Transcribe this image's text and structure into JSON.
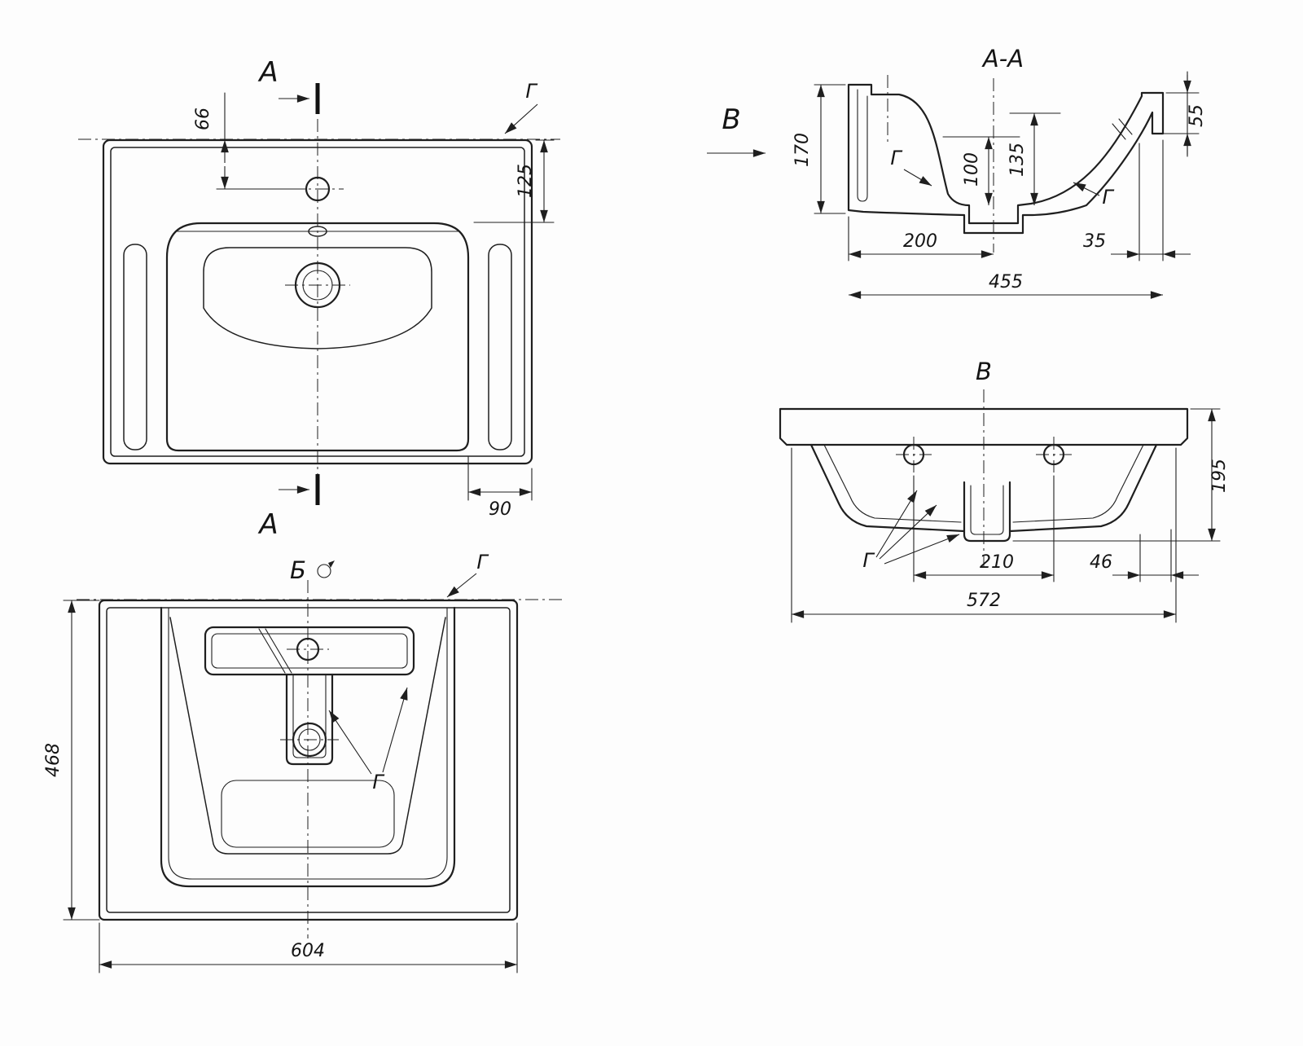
{
  "plan": {
    "section_letter": "А",
    "g_label": "Г",
    "dim_hole_offset": "66",
    "dim_edge": "125",
    "dim_side": "90"
  },
  "section": {
    "title": "А-А",
    "direction_letter": "В",
    "dim_height": "170",
    "dim_depth_inner": "100",
    "dim_depth_full": "135",
    "dim_front_lip": "55",
    "dim_drain_offset": "200",
    "dim_overflow_offset": "35",
    "dim_length": "455",
    "g_label_1": "Г",
    "g_label_2": "Г"
  },
  "bottom": {
    "view_letter": "Б",
    "g_label_edge": "Г",
    "g_label_inner": "Г",
    "dim_width": "468",
    "dim_length": "604"
  },
  "viewB": {
    "title": "В",
    "dim_height": "195",
    "dim_hole_spacing": "210",
    "dim_side_offset": "46",
    "dim_length": "572",
    "g_label": "Г"
  }
}
